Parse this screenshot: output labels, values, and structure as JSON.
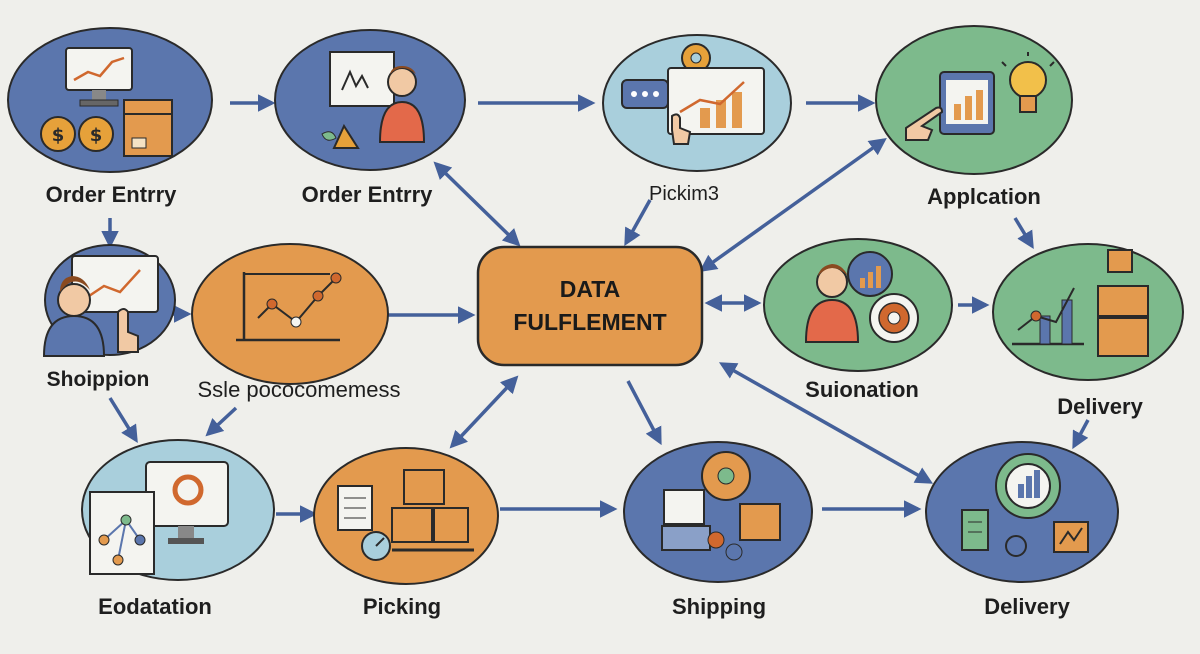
{
  "center": {
    "line1": "DATA",
    "line2": "FULFLEMENT",
    "color": "#e39a4e"
  },
  "nodes": {
    "order_entry_1": "Order Entrry",
    "order_entry_2": "Order Entrry",
    "picking_top": "Pickim3",
    "application": "Applcation",
    "shopping": "Shoippion",
    "sale_process": "Ssle pococomemess",
    "suionation": "Suionation",
    "delivery_right": "Delivery",
    "eodatation": "Eodatation",
    "picking_bottom": "Picking",
    "shipping": "Shipping",
    "delivery_bottom": "Delivery"
  },
  "colors": {
    "blue": "#5b76ad",
    "light_blue": "#a9cfdc",
    "green": "#7dba8c",
    "orange": "#e39a4e",
    "arrow": "#44609a",
    "outline": "#2a2a2a"
  },
  "icons": [
    "monitor-chart-icon",
    "coin-icon",
    "box-icon",
    "person-icon",
    "lightbulb-icon",
    "hand-pointer-icon",
    "gear-icon",
    "chat-bubble-icon",
    "target-icon",
    "clipboard-icon",
    "magnifier-icon",
    "truck-box-icon"
  ]
}
